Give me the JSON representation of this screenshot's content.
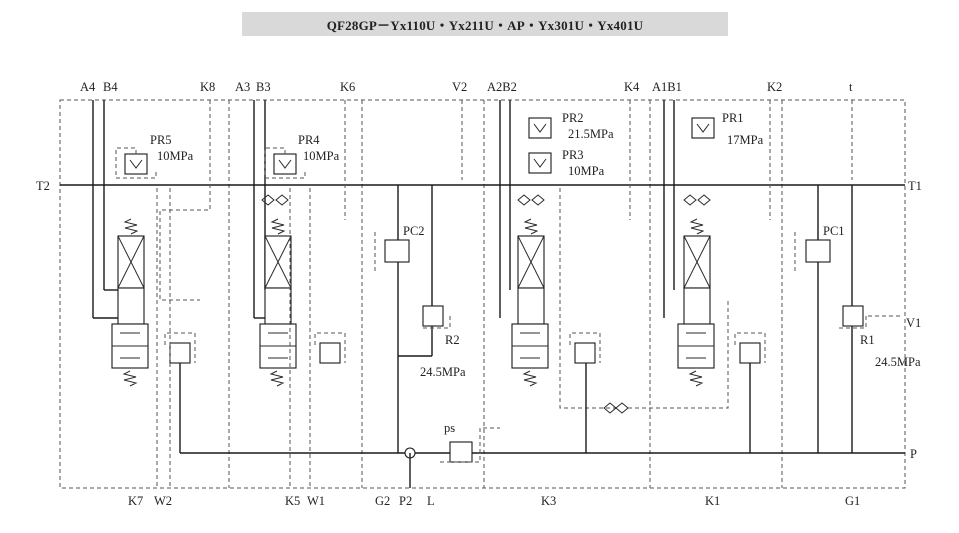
{
  "title": "QF28GP－Yx110U・Yx211U・AP・Yx301U・Yx401U",
  "ports_top": {
    "s1_a": "A4",
    "s1_b": "B4",
    "s1_k": "K8",
    "s2_a": "A3",
    "s2_b": "B3",
    "s2_k": "K6",
    "v2": "V2",
    "s4_ab": "A2B2",
    "s4_k": "K4",
    "s5_ab": "A1B1",
    "s5_k": "K2",
    "t": "t"
  },
  "ports_bottom": {
    "k7": "K7",
    "w2": "W2",
    "k5": "K5",
    "w1": "W1",
    "g2": "G2",
    "p2": "P2",
    "l": "L",
    "k3": "K3",
    "k1": "K1",
    "g1": "G1"
  },
  "ports_side": {
    "t2": "T2",
    "t1": "T1",
    "v1": "V1",
    "p": "P"
  },
  "components": {
    "pr5": {
      "name": "PR5",
      "pressure": "10MPa"
    },
    "pr4": {
      "name": "PR4",
      "pressure": "10MPa"
    },
    "pr2": {
      "name": "PR2",
      "pressure": "21.5MPa"
    },
    "pr3": {
      "name": "PR3",
      "pressure": "10MPa"
    },
    "pr1": {
      "name": "PR1",
      "pressure": "17MPa"
    },
    "pc2": {
      "name": "PC2"
    },
    "pc1": {
      "name": "PC1"
    },
    "r2": {
      "name": "R2",
      "pressure": "24.5MPa"
    },
    "r1": {
      "name": "R1",
      "pressure": "24.5MPa"
    },
    "ps": {
      "name": "ps"
    }
  },
  "colors": {
    "line": "#1a1a1a",
    "dash": "#555555",
    "title_bg": "#d9d9d9"
  }
}
